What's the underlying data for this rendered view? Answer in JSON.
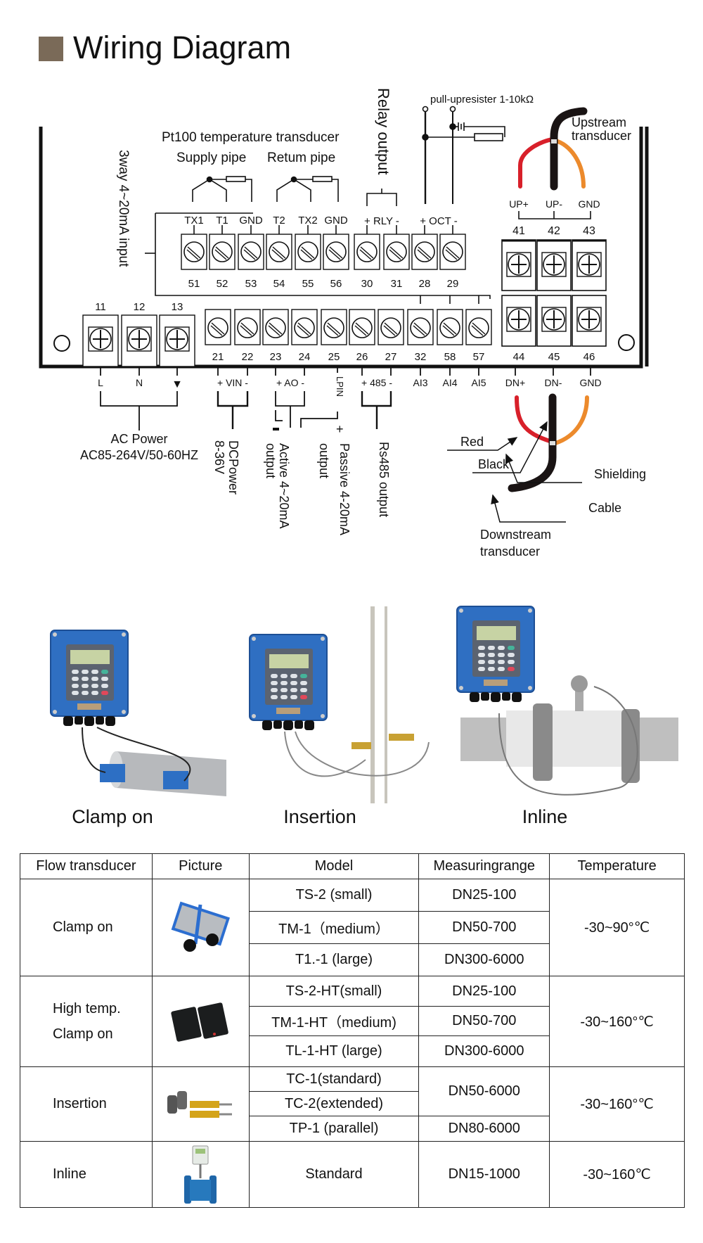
{
  "header": {
    "title": "Wiring Diagram",
    "accent_color": "#7a6a58"
  },
  "wiring": {
    "pt100_title": "Pt100 temperature transducer",
    "supply_pipe": "Supply pipe",
    "return_pipe": "Retum pipe",
    "relay_output": "Relay output",
    "pullup": "pull-upresister 1-10kΩ",
    "input_4_20": "3way 4~20mA input",
    "upstream": [
      "Upstream",
      "transducer"
    ],
    "downstream": [
      "Downstream",
      "transducer"
    ],
    "top_row": [
      {
        "label": "TX1",
        "num": "51"
      },
      {
        "label": "T1",
        "num": "52"
      },
      {
        "label": "GND",
        "num": "53"
      },
      {
        "label": "T2",
        "num": "54"
      },
      {
        "label": "TX2",
        "num": "55"
      },
      {
        "label": "GND",
        "num": "56"
      },
      {
        "label": "+",
        "num": "30"
      },
      {
        "label": "-",
        "num": "31"
      },
      {
        "label": "+",
        "num": "28"
      },
      {
        "label": "-",
        "num": "29"
      }
    ],
    "rly_label": "+ RLY -",
    "oct_label": "+ OCT -",
    "ac_terminals": [
      {
        "num": "11",
        "label": "L"
      },
      {
        "num": "12",
        "label": "N"
      },
      {
        "num": "13",
        "label": "▼"
      }
    ],
    "bottom_row": [
      {
        "num": "21"
      },
      {
        "num": "22"
      },
      {
        "num": "23"
      },
      {
        "num": "24"
      },
      {
        "num": "25"
      },
      {
        "num": "26"
      },
      {
        "num": "27"
      },
      {
        "num": "32",
        "label": "AI3"
      },
      {
        "num": "58",
        "label": "AI4"
      },
      {
        "num": "57",
        "label": "AI5"
      }
    ],
    "vin_label": "+ VIN -",
    "ao_label": "+ AO -",
    "lpin_label": "LPIN",
    "rs485_label": "+ 485 -",
    "up_terminals": [
      {
        "num": "41",
        "label": "UP+"
      },
      {
        "num": "42",
        "label": "UP-"
      },
      {
        "num": "43",
        "label": "GND"
      }
    ],
    "dn_terminals": [
      {
        "num": "44",
        "label": "DN+"
      },
      {
        "num": "45",
        "label": "DN-"
      },
      {
        "num": "46",
        "label": "GND"
      }
    ],
    "ac_power": [
      "AC Power",
      "AC85-264V/50-60HZ"
    ],
    "dc_power": [
      "DCPower",
      "8-36V"
    ],
    "active_output": [
      "Active  4~20mA",
      "output"
    ],
    "passive_output": [
      "Passive  4-20mA",
      "output"
    ],
    "rs485_output": "Rs485 output",
    "minus_sign": "-",
    "plus_sign": "+",
    "wire_labels": {
      "red": "Red",
      "black": "Black",
      "shielding": "Shielding",
      "cable": "Cable"
    },
    "colors": {
      "red_wire": "#d8202a",
      "black_wire": "#1a1414",
      "orange_wire": "#ec8a2c"
    }
  },
  "installs": [
    {
      "label": "Clamp on"
    },
    {
      "label": "Insertion"
    },
    {
      "label": "Inline"
    }
  ],
  "table": {
    "headers": [
      "Flow transducer",
      "Picture",
      "Model",
      "Measuringrange",
      "Temperature"
    ],
    "groups": [
      {
        "type": [
          "Clamp on"
        ],
        "temperature": "-30~90°℃",
        "rows": [
          {
            "model": "TS-2 (small)",
            "range": "DN25-100"
          },
          {
            "model": "TM-1（medium）",
            "range": "DN50-700"
          },
          {
            "model": "T1.-1 (large)",
            "range": "DN300-6000"
          }
        ]
      },
      {
        "type": [
          "High temp.",
          "Clamp on"
        ],
        "temperature": "-30~160°℃",
        "rows": [
          {
            "model": "TS-2-HT(small)",
            "range": "DN25-100"
          },
          {
            "model": "TM-1-HT（medium)",
            "range": "DN50-700"
          },
          {
            "model": "TL-1-HT (large)",
            "range": "DN300-6000"
          }
        ]
      },
      {
        "type": [
          "Insertion"
        ],
        "temperature": "-30~160°℃",
        "rows": [
          {
            "model": "TC-1(standard)",
            "range": "DN50-6000"
          },
          {
            "model": "TC-2(extended)"
          },
          {
            "model": "TP-1 (parallel)",
            "range": "DN80-6000"
          }
        ]
      },
      {
        "type": [
          "Inline"
        ],
        "temperature": "-30~160℃",
        "rows": [
          {
            "model": "Standard",
            "range": "DN15-1000"
          }
        ]
      }
    ]
  }
}
